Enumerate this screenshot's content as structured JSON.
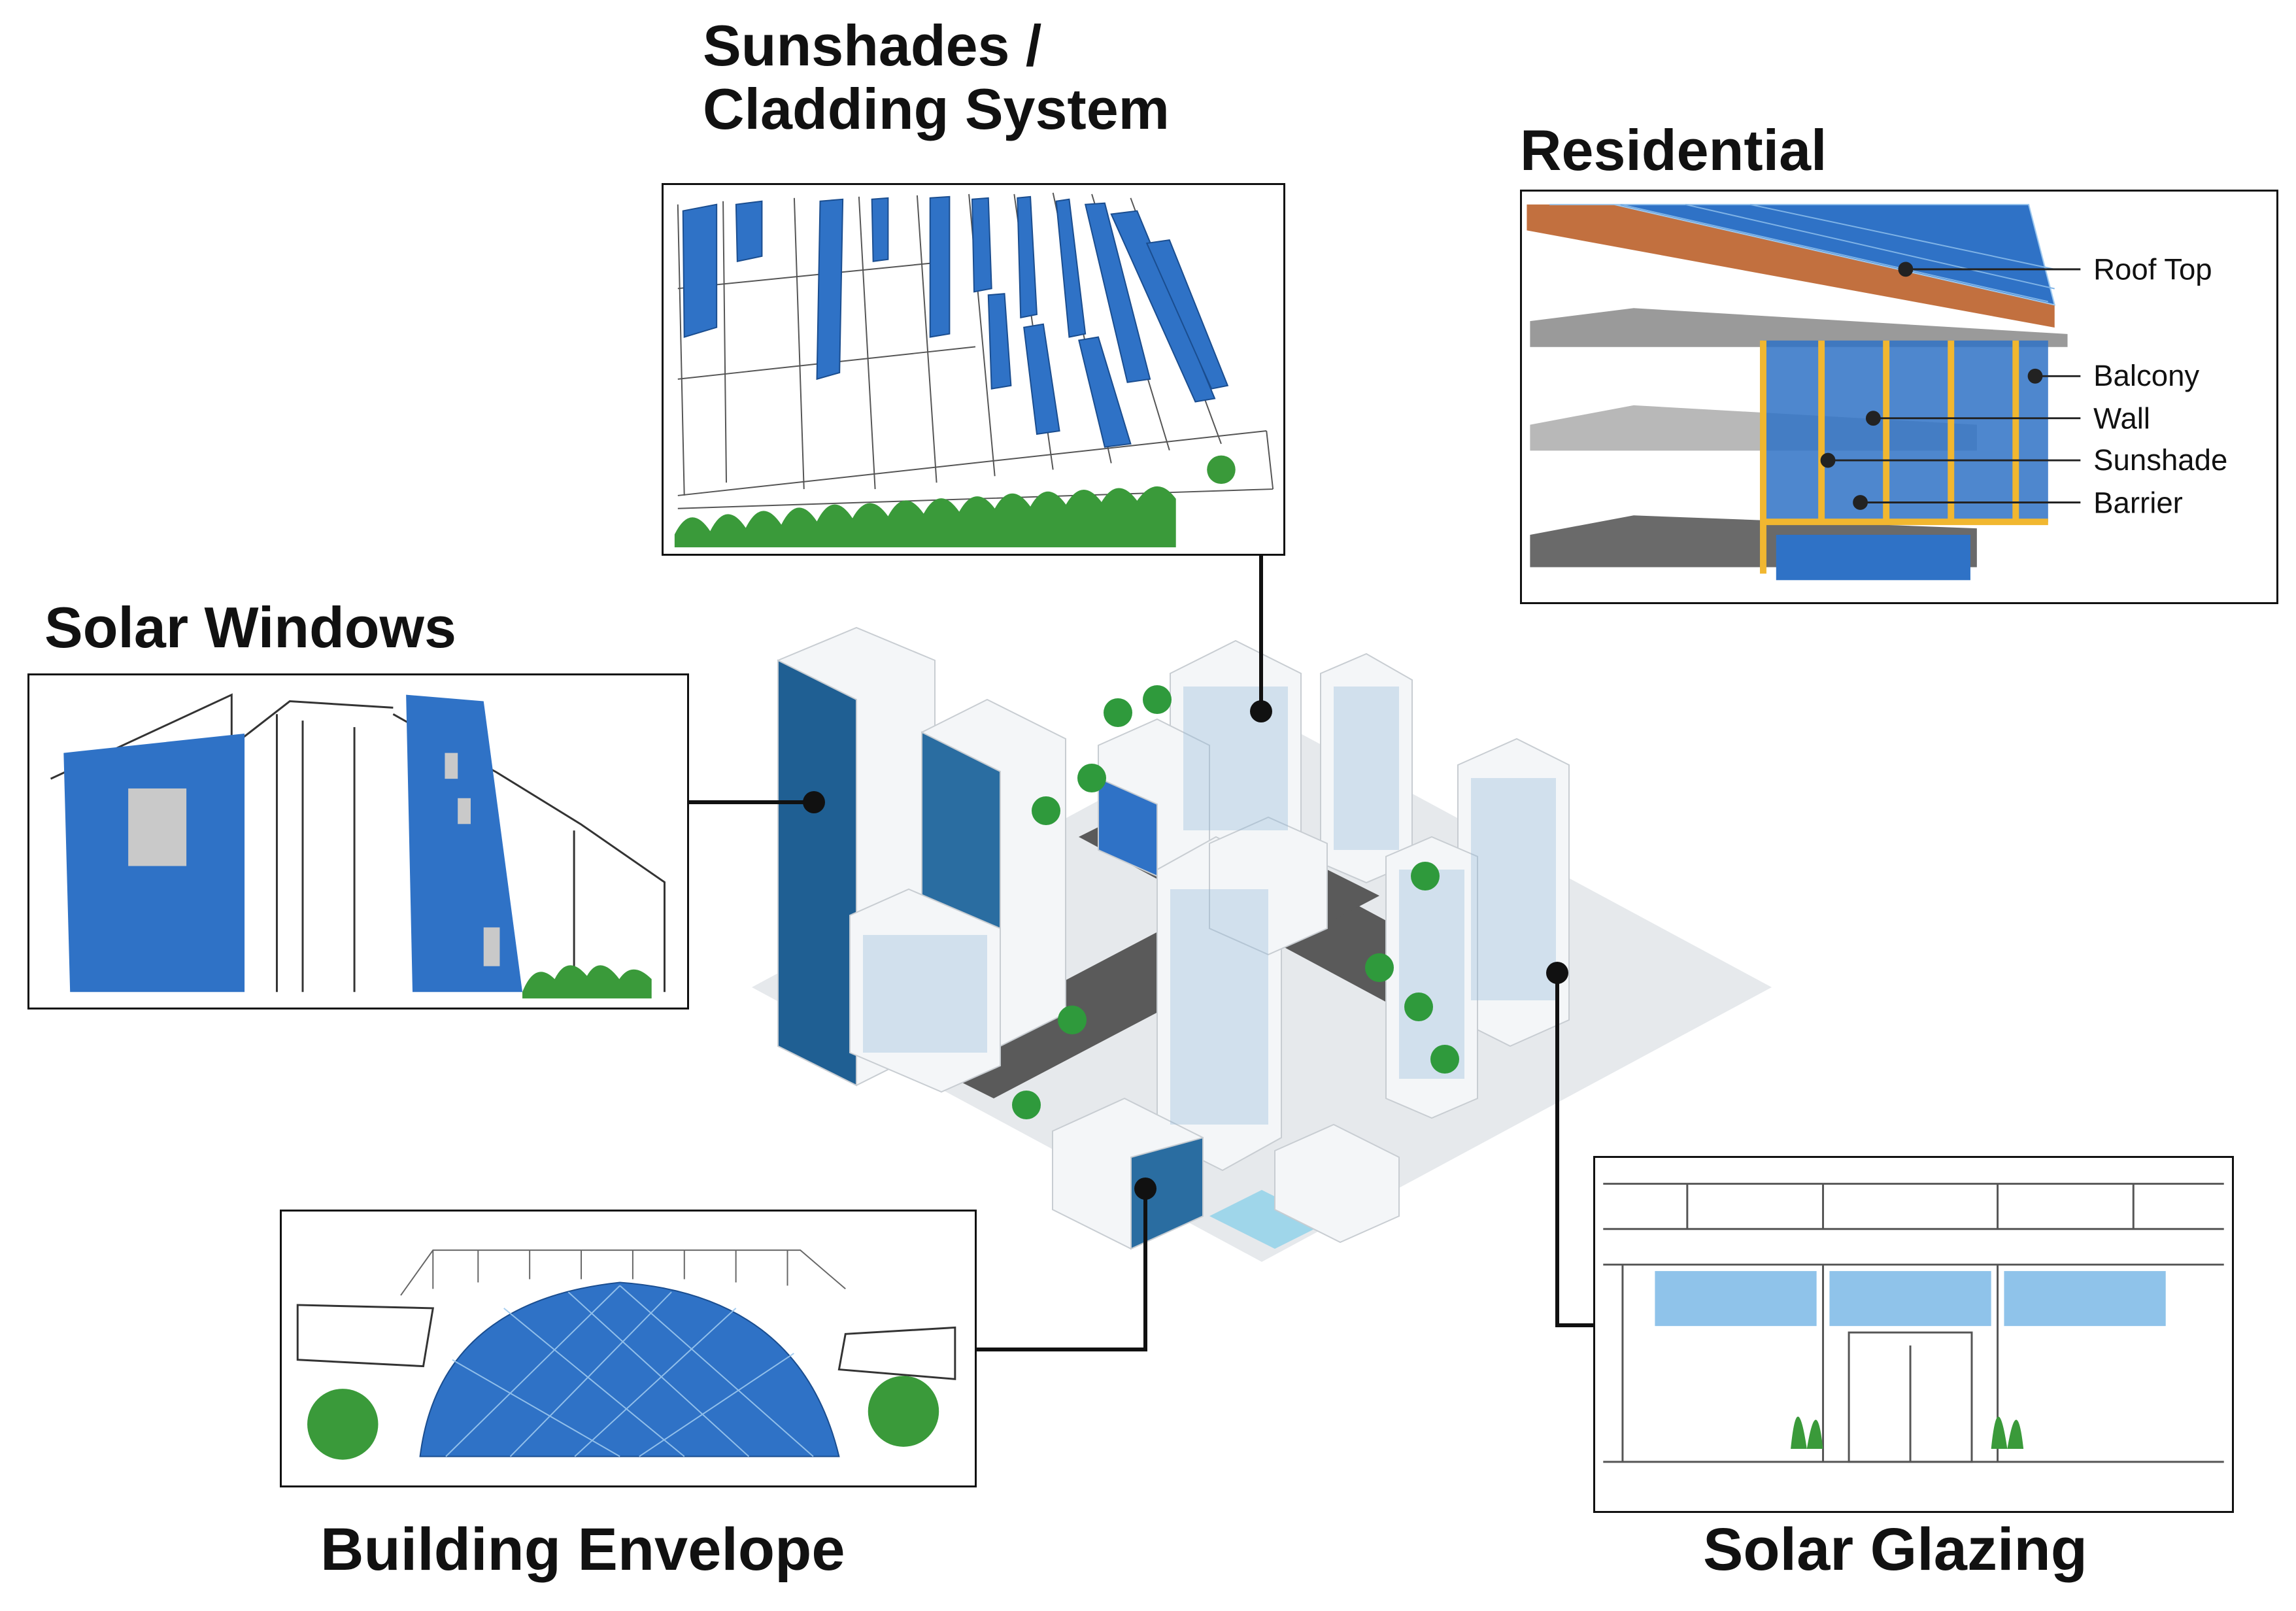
{
  "titles": {
    "sunshades": "Sunshades /",
    "sunshades_line2": "Cladding System",
    "residential": "Residential",
    "solar_windows": "Solar Windows",
    "building_envelope": "Building Envelope",
    "solar_glazing": "Solar Glazing"
  },
  "residential_callouts": {
    "roof_top": "Roof Top",
    "balcony": "Balcony",
    "wall": "Wall",
    "sunshade": "Sunshade",
    "barrier": "Barrier"
  },
  "colors": {
    "solar_blue": "#2f72c6",
    "solar_light": "#8fc3ea",
    "outline": "#111111",
    "road": "#5a5a5a",
    "tree": "#2f9a3c"
  }
}
